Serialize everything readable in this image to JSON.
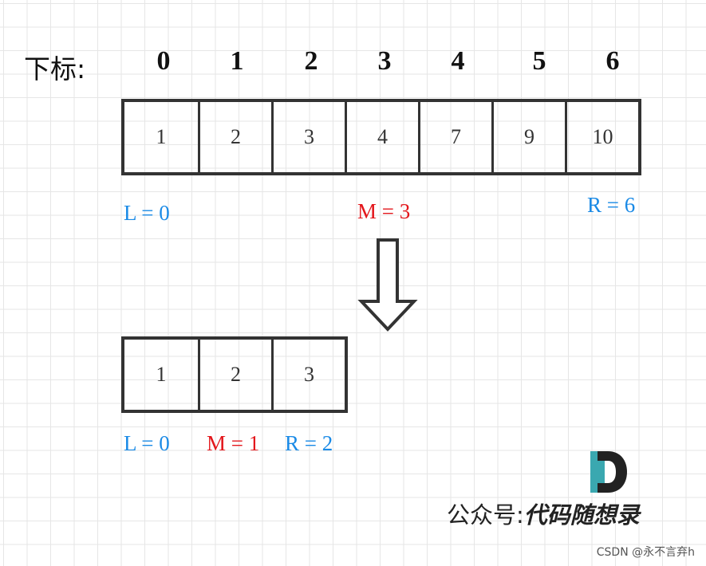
{
  "index_label": "下标:",
  "indices": [
    "0",
    "1",
    "2",
    "3",
    "4",
    "5",
    "6"
  ],
  "array_top": [
    "1",
    "2",
    "3",
    "4",
    "7",
    "9",
    "10"
  ],
  "pointers_top": {
    "left": "L = 0",
    "mid": "M = 3",
    "right": "R = 6"
  },
  "array_bottom": [
    "1",
    "2",
    "3"
  ],
  "pointers_bottom": {
    "left": "L = 0",
    "mid": "M = 1",
    "right": "R = 2"
  },
  "footer": {
    "prefix": "公众号:",
    "brand": "代码随想录"
  },
  "watermark": "CSDN @永不言弃h",
  "colors": {
    "left_right_pointer": "#1a8ae6",
    "mid_pointer": "#e3171c",
    "logo_accent": "#3aa8b0",
    "logo_dark": "#222222"
  },
  "icons": {
    "arrow": "down-arrow-icon",
    "logo": "d-logo-icon"
  }
}
